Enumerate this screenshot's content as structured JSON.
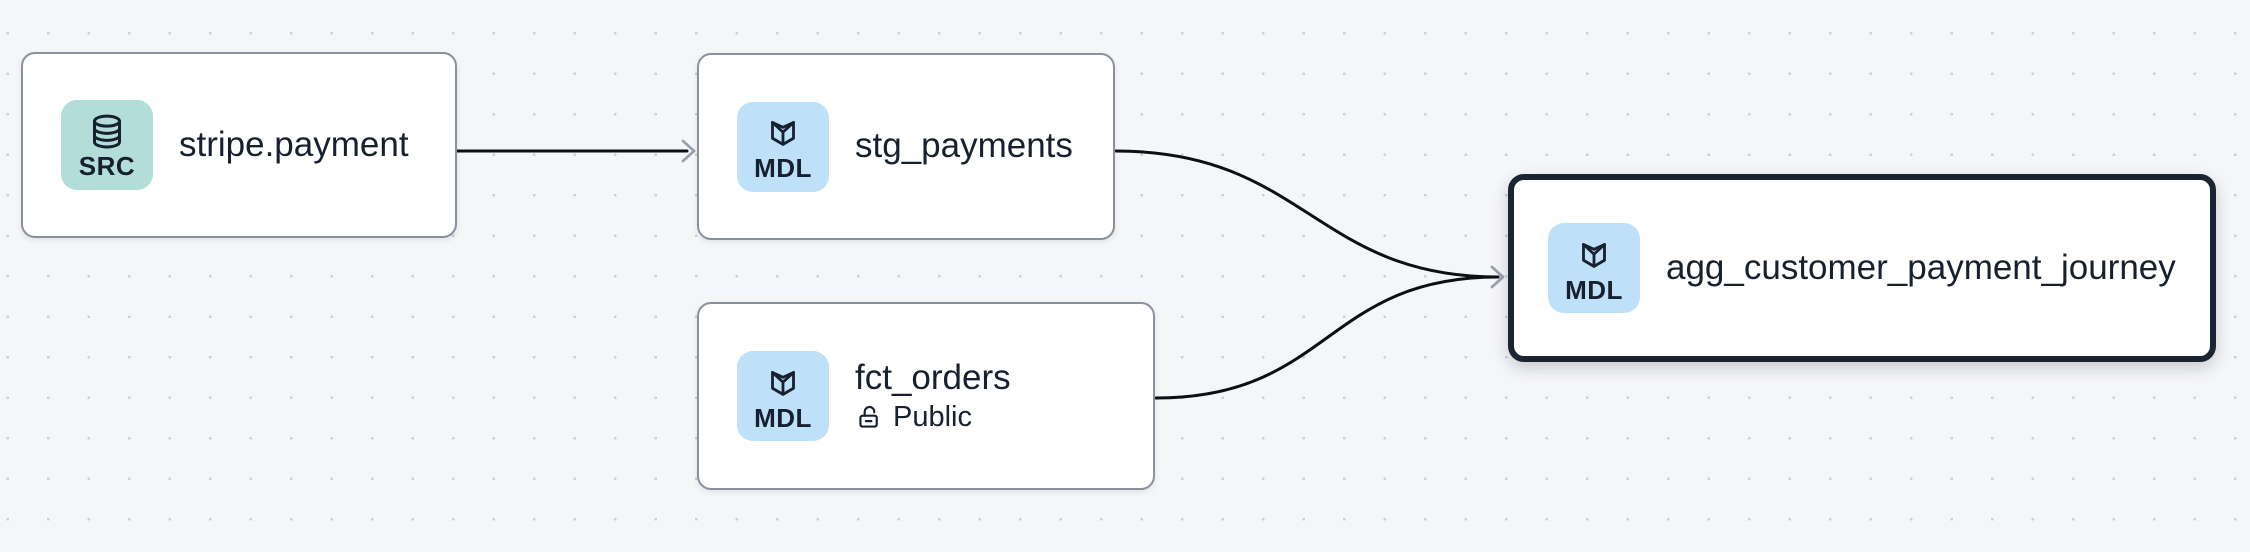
{
  "canvas": {
    "background_color": "#f5f6f8",
    "dot_color": "#c9cdd4"
  },
  "colors": {
    "node_background": "#ffffff",
    "node_border": "#8a909c",
    "selected_node_border": "#1b2433",
    "source_badge_background": "#b3ddd8",
    "model_badge_background": "#bee0f8",
    "edge_color": "#0c0f14",
    "arrowhead_color": "#99a1ac",
    "text_color": "#17202e"
  },
  "nodes": [
    {
      "id": "stripe.payment",
      "title": "stripe.payment",
      "kind": "source",
      "selected": false,
      "badge": {
        "label": "SRC",
        "icon": "database-icon"
      }
    },
    {
      "id": "stg_payments",
      "title": "stg_payments",
      "kind": "model",
      "selected": false,
      "badge": {
        "label": "MDL",
        "icon": "cube-icon"
      }
    },
    {
      "id": "fct_orders",
      "title": "fct_orders",
      "kind": "model",
      "selected": false,
      "badge": {
        "label": "MDL",
        "icon": "cube-icon"
      },
      "visibility": {
        "icon": "lock-open-icon",
        "label": "Public"
      }
    },
    {
      "id": "agg_customer_payment_journey",
      "title": "agg_customer_payment_journey",
      "kind": "model",
      "selected": true,
      "badge": {
        "label": "MDL",
        "icon": "cube-icon"
      }
    }
  ],
  "edges": [
    {
      "from": "stripe.payment",
      "to": "stg_payments"
    },
    {
      "from": "stg_payments",
      "to": "agg_customer_payment_journey"
    },
    {
      "from": "fct_orders",
      "to": "agg_customer_payment_journey"
    }
  ]
}
